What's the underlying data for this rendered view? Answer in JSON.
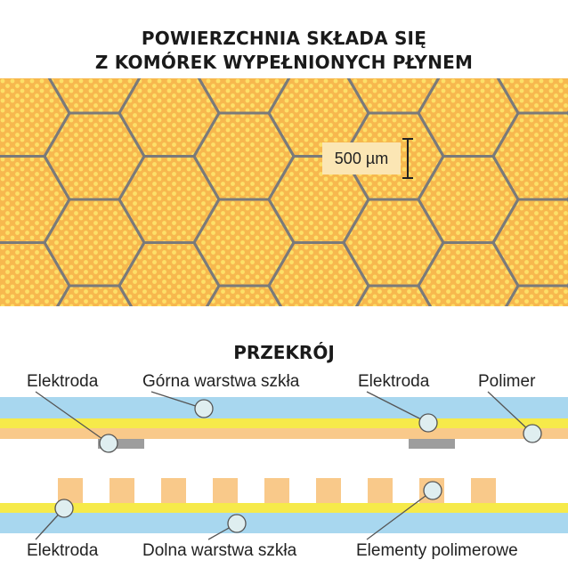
{
  "header": {
    "title_line1": "POWIERZCHNIA SKŁADA SIĘ",
    "title_line2": "Z KOMÓREK WYPEŁNIONYCH PŁYNEM"
  },
  "honeycomb": {
    "scale_label": "500 µm",
    "fill_color": "#f7b84e",
    "dot_color": "#fde068",
    "wall_color": "#7a7a7a"
  },
  "cross_section": {
    "title": "PRZEKRÓJ",
    "labels": {
      "electrode_top_left": "Elektroda",
      "upper_glass": "Górna warstwa szkła",
      "electrode_top_right": "Elektroda",
      "polymer": "Polimer",
      "electrode_bottom_left": "Elektroda",
      "lower_glass": "Dolna warstwa szkła",
      "polymer_elements": "Elementy polimerowe"
    },
    "colors": {
      "glass": "#a8d7ef",
      "electrode_layer": "#f6ea4a",
      "polymer": "#f9c98a",
      "electrode_pad": "#9d9d9d"
    }
  }
}
